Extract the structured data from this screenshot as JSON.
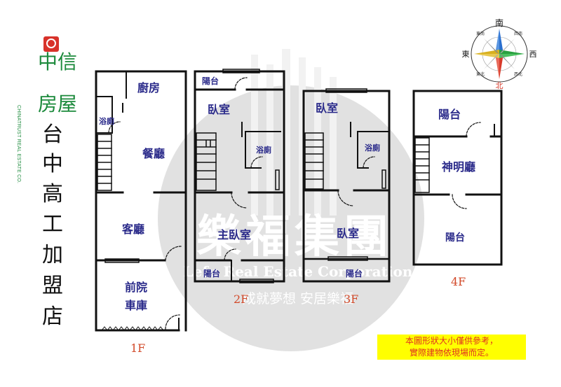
{
  "brand": {
    "name": "中信房屋",
    "name_line1": "中信",
    "name_line2": "房屋",
    "english": "CHINATRUST REAL ESTATE CO.",
    "color": "#1c8a3c",
    "logo_color": "#d8322a"
  },
  "store": {
    "characters": [
      "台",
      "中",
      "高",
      "工",
      "加",
      "盟",
      "店"
    ]
  },
  "compass": {
    "top": "南",
    "bottom": "北",
    "left": "東",
    "right": "西",
    "diagonals": [
      "東南",
      "西南",
      "東北",
      "西北"
    ]
  },
  "watermark": {
    "title": "樂福集團",
    "subtitle": "Lefu Real Estate Corporation",
    "slogan": "成就夢想 安居樂福"
  },
  "floors": [
    {
      "label": "1F",
      "rooms": [
        "廚房",
        "浴廁",
        "餐廳",
        "客廳",
        "前院",
        "車庫"
      ]
    },
    {
      "label": "2F",
      "rooms": [
        "陽台",
        "臥室",
        "浴廁",
        "主臥室",
        "陽台"
      ]
    },
    {
      "label": "3F",
      "rooms": [
        "臥室",
        "浴廁",
        "臥室",
        "陽台"
      ]
    },
    {
      "label": "4F",
      "rooms": [
        "陽台",
        "神明廳",
        "陽台"
      ]
    }
  ],
  "disclaimer": {
    "line1": "本圖形狀大小僅供參考，",
    "line2": "實際建物依現場而定。"
  }
}
